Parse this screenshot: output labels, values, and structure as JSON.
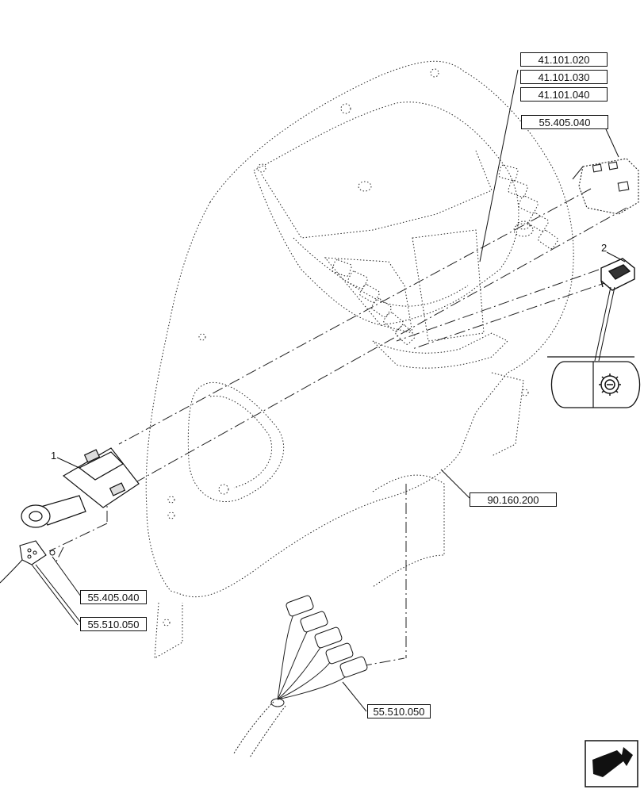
{
  "diagram": {
    "references": {
      "top_stack": [
        "41.101.020",
        "41.101.030",
        "41.101.040"
      ],
      "top_right": "55.405.040",
      "mid_right": "90.160.200",
      "left_upper": "55.405.040",
      "left_lower": "55.510.050",
      "bottom": "55.510.050"
    },
    "callouts": {
      "item1": "1",
      "item2": "2"
    },
    "icons": [
      "joystick-icon",
      "rocker-switch-icon",
      "gear-icon",
      "navigation-arrow-icon"
    ]
  }
}
